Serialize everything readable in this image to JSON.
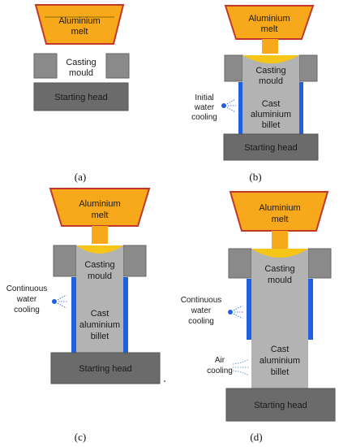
{
  "panels": {
    "a": {
      "caption": "(a)",
      "melt_line1": "Aluminium",
      "melt_line2": "melt",
      "mould_line1": "Casting",
      "mould_line2": "mould",
      "head": "Starting head"
    },
    "b": {
      "caption": "(b)",
      "melt_line1": "Aluminium",
      "melt_line2": "melt",
      "mould_line1": "Casting",
      "mould_line2": "mould",
      "billet_line1": "Cast",
      "billet_line2": "aluminium",
      "billet_line3": "billet",
      "cooling_line1": "Initial",
      "cooling_line2": "water",
      "cooling_line3": "cooling",
      "head": "Starting head"
    },
    "c": {
      "caption": "(c)",
      "melt_line1": "Aluminium",
      "melt_line2": "melt",
      "mould_line1": "Casting",
      "mould_line2": "mould",
      "billet_line1": "Cast",
      "billet_line2": "aluminium",
      "billet_line3": "billet",
      "cooling_line1": "Continuous",
      "cooling_line2": "water",
      "cooling_line3": "cooling",
      "head": "Starting head"
    },
    "d": {
      "caption": "(d)",
      "melt_line1": "Aluminium",
      "melt_line2": "melt",
      "mould_line1": "Casting",
      "mould_line2": "mould",
      "billet_line1": "Cast",
      "billet_line2": "aluminium",
      "billet_line3": "billet",
      "cooling_line1": "Continuous",
      "cooling_line2": "water",
      "cooling_line3": "cooling",
      "air_line1": "Air",
      "air_line2": "cooling",
      "head": "Starting head"
    }
  },
  "colors": {
    "melt": "#f7a81b",
    "melt_outline": "#c0392b",
    "melt_pool": "#f5c518",
    "mould": "#8a8a8a",
    "billet": "#b3b3b3",
    "water": "#1f5fe0",
    "head": "#6b6b6b"
  }
}
